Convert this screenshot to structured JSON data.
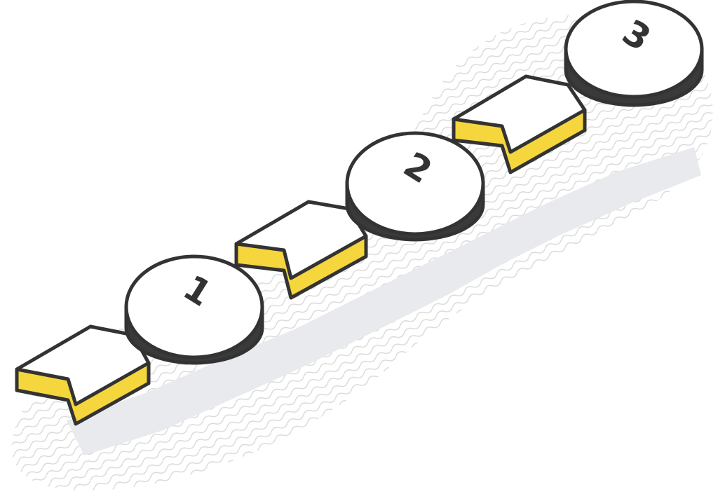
{
  "colors": {
    "outline": "#333333",
    "chip_side": "#3a3a3a",
    "chip_top": "#ffffff",
    "arrow_top": "#ffffff",
    "arrow_side": "#f5d63d",
    "background_pattern": "#d9d9d9",
    "shadow": "#e9eaee"
  },
  "steps": [
    {
      "label": "1",
      "icon": "numbered-chip"
    },
    {
      "label": "2",
      "icon": "numbered-chip"
    },
    {
      "label": "3",
      "icon": "numbered-chip"
    }
  ],
  "connectors": [
    {
      "icon": "arrow-block"
    },
    {
      "icon": "arrow-block"
    },
    {
      "icon": "arrow-block"
    }
  ]
}
